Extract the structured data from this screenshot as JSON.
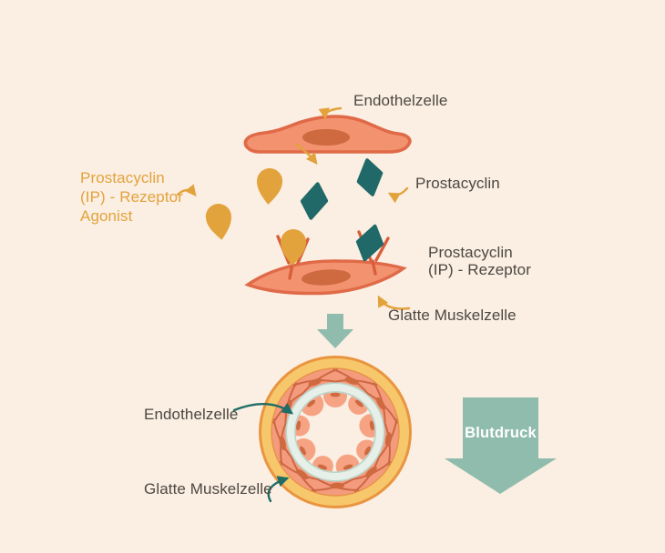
{
  "colors": {
    "background": "#FBEEE2",
    "cell_fill": "#F3926F",
    "cell_outline": "#E06A48",
    "cell_nucleus": "#CE6940",
    "agonist_gold": "#E2A33C",
    "prostacyclin_teal": "#206968",
    "receptor_stroke": "#D95F3C",
    "sage_arrow": "#8FBCAD",
    "label_text": "#4C4842",
    "label_arrow_teal": "#1E6D66",
    "vessel_outer_gold": "#F6C76B",
    "vessel_outer_border": "#E9953F",
    "vessel_muscle": "#F49B7D",
    "vessel_fiber": "#C75F39",
    "vessel_inner_ring": "#E6EFE8",
    "vessel_inner_ring_border": "#BBD5CA",
    "blutdruck_text": "#FFFFFF"
  },
  "labels": {
    "endothelial_cell_top": "Endothelzelle",
    "agonist_line1": "Prostacyclin",
    "agonist_line2": "(IP) - Rezeptor",
    "agonist_line3": "Agonist",
    "prostacyclin": "Prostacyclin",
    "receptor_line1": "Prostacyclin",
    "receptor_line2": "(IP) - Rezeptor",
    "smooth_muscle_cell": "Glatte Muskelzelle",
    "vessel_endothelial_cell": "Endothelzelle",
    "vessel_smooth_muscle_cell": "Glatte Muskelzelle",
    "blood_pressure": "Blutdruck"
  },
  "shapes": {
    "agonist_molecule": "gold-teardrop",
    "prostacyclin_molecule": "teal-diamond",
    "receptor": "v-cup-on-stem",
    "pressure_arrow": "large-down-arrow",
    "effect_arrow": "small-down-arrow"
  }
}
